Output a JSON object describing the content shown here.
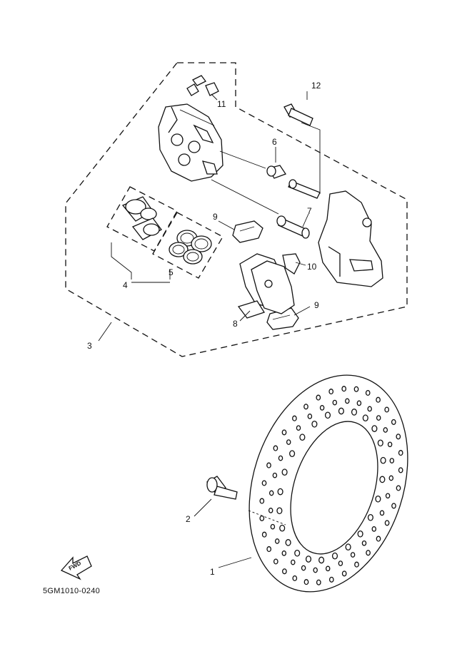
{
  "diagram": {
    "callouts": {
      "c1": "1",
      "c2": "2",
      "c3": "3",
      "c4": "4",
      "c5": "5",
      "c6": "6",
      "c7": "7",
      "c8": "8",
      "c9a": "9",
      "c9b": "9",
      "c10": "10",
      "c11": "11",
      "c12": "12"
    },
    "fwd_label": "FWD",
    "drawing_code": "5GM1010-0240"
  }
}
